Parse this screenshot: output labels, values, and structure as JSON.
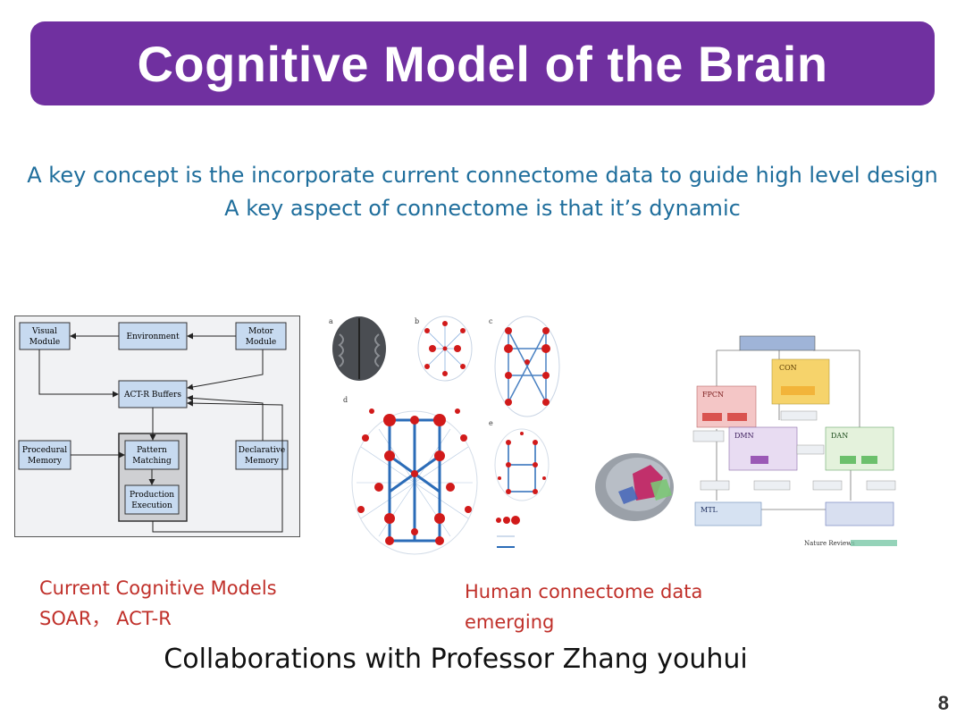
{
  "title": "Cognitive Model of the Brain",
  "subtitle_lines": [
    "A key concept is the incorporate current connectome data to guide high level design",
    "A key aspect of connectome is that it’s dynamic"
  ],
  "actr": {
    "visual_line1": "Visual",
    "visual_line2": "Module",
    "environment": "Environment",
    "motor_line1": "Motor",
    "motor_line2": "Module",
    "buffers": "ACT-R Buffers",
    "procedural_line1": "Procedural",
    "procedural_line2": "Memory",
    "pattern_line1": "Pattern",
    "pattern_line2": "Matching",
    "production_line1": "Production",
    "production_line2": "Execution",
    "declarative_line1": "Declarative",
    "declarative_line2": "Memory"
  },
  "connectome_panels": {
    "a": "a",
    "b": "b",
    "c": "c",
    "d": "d",
    "e": "e"
  },
  "network_diagram": {
    "con": "CON",
    "fpcn": "FPCN",
    "dmn": "DMN",
    "dan": "DAN",
    "mtl": "MTL",
    "source": "Nature Reviews"
  },
  "captions": {
    "left_line1": "Current Cognitive Models",
    "left_line2": "SOAR， ACT-R",
    "right_line1": "Human connectome data",
    "right_line2": "emerging"
  },
  "footer": "Collaborations with Professor Zhang youhui",
  "page_number": "8",
  "colors": {
    "title_bg": "#7030a0",
    "subtitle": "#1f6e9c",
    "caption": "#c0302a",
    "node_red": "#d11a1a",
    "edge_blue": "#2b6cb8"
  }
}
